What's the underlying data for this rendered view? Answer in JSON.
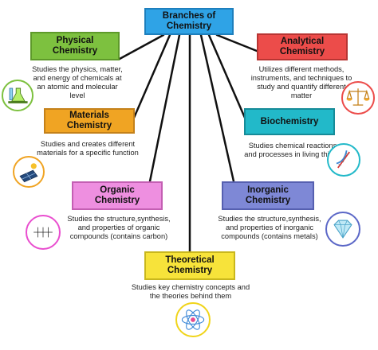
{
  "root": {
    "title": "Branches of Chemistry",
    "color": "#2fa3e6"
  },
  "branches": {
    "physical": {
      "title": "Physical Chemistry",
      "color": "#7dc13f",
      "desc": "Studies the physics, matter, and energy of chemicals at an atomic and molecular level",
      "icon": "lab-flask-icon",
      "ring": "#7dc13f"
    },
    "materials": {
      "title": "Materials Chemistry",
      "color": "#f0a423",
      "desc": "Studies and creates different materials for a specific function",
      "icon": "solar-panel-icon",
      "ring": "#f0a423"
    },
    "organic": {
      "title": "Organic Chemistry",
      "color": "#ee8fe0",
      "desc": "Studies the structure,synthesis, and properties of organic compounds (contains carbon)",
      "icon": "hydrocarbon-structure-icon",
      "ring": "#e94ecf"
    },
    "theoretical": {
      "title": "Theoretical Chemistry",
      "color": "#f7e33a",
      "desc": "Studies key chemistry concepts and the theories behind them",
      "icon": "atom-icon",
      "ring": "#f0d41a"
    },
    "analytical": {
      "title": "Analytical Chemistry",
      "color": "#ec4c4a",
      "desc": "Utilizes different methods, instruments, and techniques to study and quantify different matter",
      "icon": "balance-scale-icon",
      "ring": "#ec4c4a"
    },
    "biochemistry": {
      "title": "Biochemistry",
      "color": "#22b9c9",
      "desc": "Studies chemical reactions and processes in living things",
      "icon": "dna-icon",
      "ring": "#22b9c9"
    },
    "inorganic": {
      "title": "Inorganic Chemistry",
      "color": "#7e88d6",
      "desc": "Studies the structure,synthesis, and properties of inorganic compounds (contains metals)",
      "icon": "diamond-icon",
      "ring": "#5b67c7"
    }
  }
}
